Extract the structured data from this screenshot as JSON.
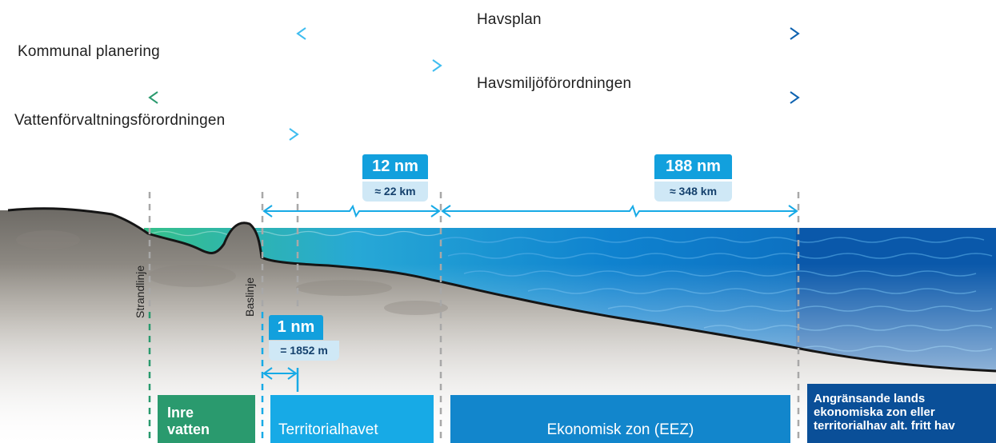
{
  "scope_lines": [
    {
      "label": "Havsplan"
    },
    {
      "label": "Kommunal planering"
    },
    {
      "label": "Havsmiljöförordningen"
    },
    {
      "label": "Vattenförvaltningsförordningen"
    }
  ],
  "distances": {
    "territorial": {
      "nm": "12 nm",
      "km": "≈ 22 km"
    },
    "eez": {
      "nm": "188 nm",
      "km": "≈ 348 km"
    },
    "one_nm": {
      "nm": "1 nm",
      "m": "= 1852 m"
    }
  },
  "boundaries": {
    "strandlinje": "Strandlinje",
    "baslinje": "Baslinje"
  },
  "zones": {
    "inre_vatten": {
      "line1": "Inre",
      "line2": "vatten",
      "color": "#2a9a6e"
    },
    "territorialhavet": {
      "label": "Territorialhavet",
      "color": "#17aae6"
    },
    "eez": {
      "label": "Ekonomisk zon (EEZ)",
      "color": "#1286cc"
    },
    "neighbour": {
      "line1": "Angränsande lands",
      "line2": "ekonomiska zon eller",
      "line3": "territorialhav alt. fritt hav",
      "color": "#0a4f98"
    }
  },
  "colors": {
    "green": "#2a9a6e",
    "light_blue": "#3fbdf0",
    "dark_blue": "#0d62b0",
    "sea": "#0a74c8"
  }
}
